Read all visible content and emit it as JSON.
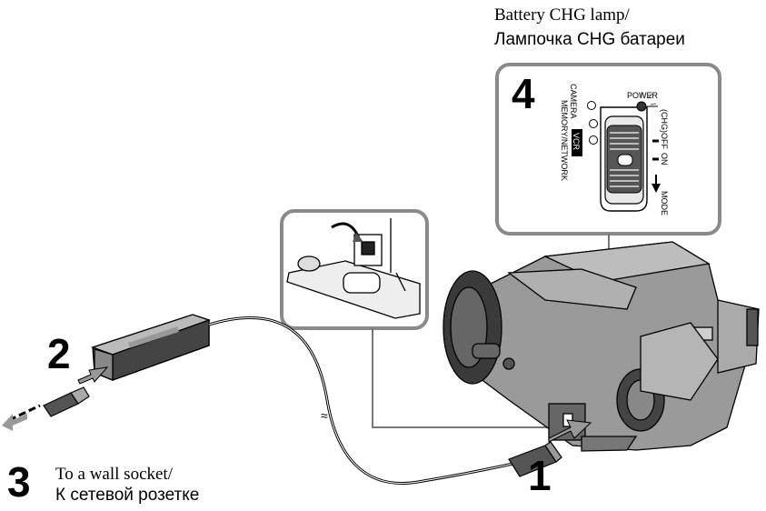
{
  "labels": {
    "lamp_en": "Battery CHG lamp/",
    "lamp_ru": "Лампочка CHG батареи",
    "wall_en": "To a wall socket/",
    "wall_ru": "К сетевой розетке"
  },
  "steps": {
    "s1": "1",
    "s2": "2",
    "s3": "3",
    "s4": "4"
  },
  "switch": {
    "power": "POWER",
    "camera": "CAMERA",
    "memory": "MEMORY/NETWORK",
    "vcr": "VCR",
    "chg_off": "(CHG)OFF",
    "on": "ON",
    "mode": "MODE"
  }
}
